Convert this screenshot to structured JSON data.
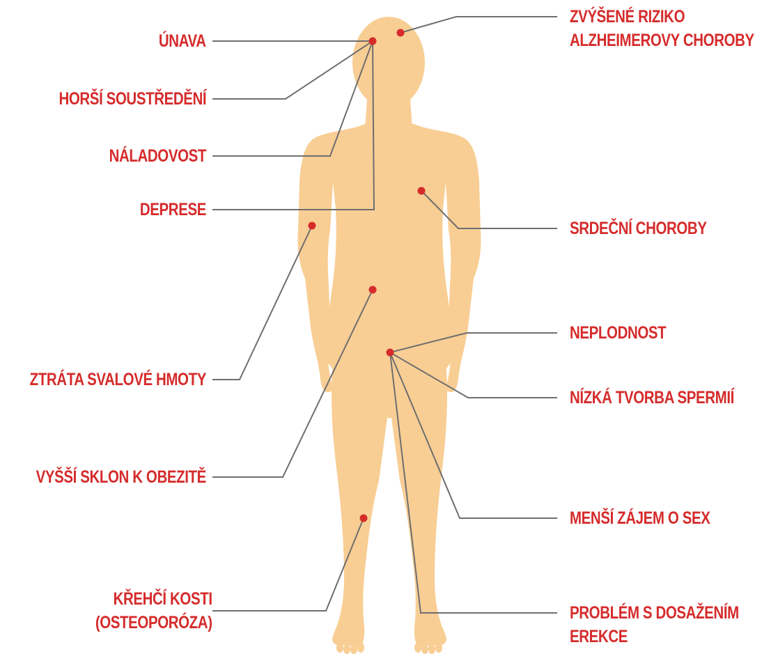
{
  "colors": {
    "body": "#F8CE94",
    "label": "#D52B2B",
    "dot": "#D52B2B",
    "line": "#6E6E6E"
  },
  "labels": {
    "fatigue": "ÚNAVA",
    "concentration": "HORŠÍ SOUSTŘEDĚNÍ",
    "moodiness": "NÁLADOVOST",
    "depression": "DEPRESE",
    "muscle_loss": "ZTRÁTA SVALOVÉ HMOTY",
    "obesity": "VYŠŠÍ SKLON K OBEZITĚ",
    "bones_line1": "KŘEHČÍ KOSTI",
    "bones_line2": "(OSTEOPORÓZA)",
    "alzheimer_line1": "ZVÝŠENÉ RIZIKO",
    "alzheimer_line2": "ALZHEIMEROVY CHOROBY",
    "heart": "SRDEČNÍ CHOROBY",
    "infertility": "NEPLODNOST",
    "sperm": "NÍZKÁ TVORBA SPERMIÍ",
    "libido": "MENŠÍ ZÁJEM O SEX",
    "erection_line1": "PROBLÉM S DOSAŽENÍM",
    "erection_line2": "EREKCE"
  }
}
